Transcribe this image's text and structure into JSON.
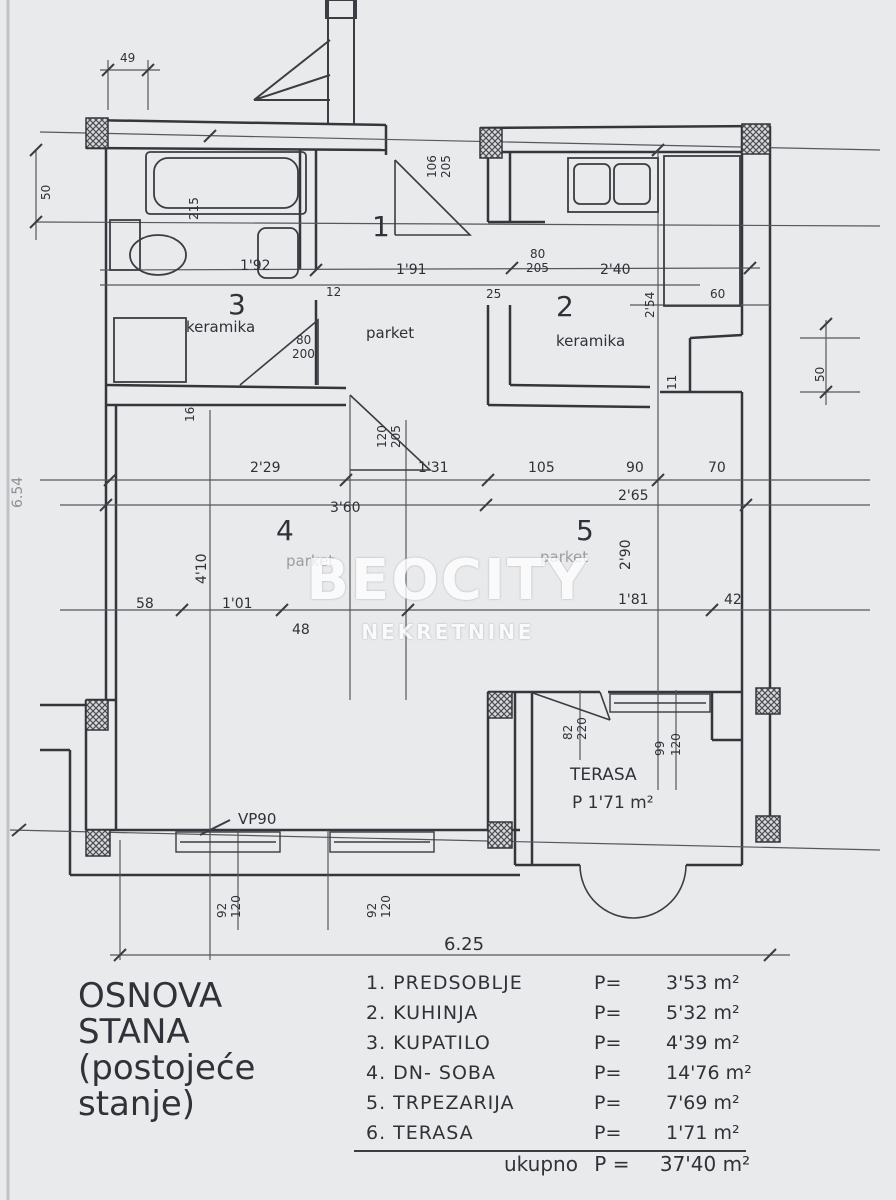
{
  "plan": {
    "rooms": [
      {
        "num": "1",
        "floor": "parket"
      },
      {
        "num": "2",
        "floor": "keramika"
      },
      {
        "num": "3",
        "floor": "keramika"
      },
      {
        "num": "4",
        "floor": "parket"
      },
      {
        "num": "5",
        "floor": "parket"
      }
    ],
    "terrace": {
      "label": "TERASA",
      "area": "P 1'71 m²"
    },
    "window_label": "VP90",
    "dims": {
      "d49": "49",
      "d50a": "50",
      "d50b": "50",
      "d60": "60",
      "d12": "12",
      "d25": "25",
      "d80_205a": "80",
      "d80_205b": "205",
      "d80_200a": "80",
      "d80_200b": "200",
      "d106": "106",
      "d205": "205",
      "d215": "215",
      "d192": "1'92",
      "d191": "1'91",
      "d240": "2'40",
      "d254": "2'54",
      "d229": "2'29",
      "d131": "1'31",
      "d105": "105",
      "d90": "90",
      "d70": "70",
      "d360": "3'60",
      "d265": "2'65",
      "d290": "2'90",
      "d410": "4'10",
      "d16": "16",
      "d11": "11",
      "d120_205a": "120",
      "d120_205b": "205",
      "d58": "58",
      "d101": "1'01",
      "d48": "48",
      "d181": "1'81",
      "d42": "42",
      "d82_220a": "82",
      "d82_220b": "220",
      "d99_120a": "99",
      "d99_120b": "120",
      "d92_120a": "92",
      "d92_120b": "120",
      "d92_120c": "92",
      "d92_120d": "120",
      "d625": "6.25",
      "d654": "6.54"
    }
  },
  "watermark": {
    "brand": "BEOCITY",
    "sub": "NEKRETNINE"
  },
  "title_lines": [
    "OSNOVA",
    "STANA",
    "(postojeće",
    "stanje)"
  ],
  "legend": [
    {
      "name": "1. PREDSOBLJE",
      "p": "P=",
      "value": "3'53 m²"
    },
    {
      "name": "2. KUHINJA",
      "p": "P=",
      "value": "5'32 m²"
    },
    {
      "name": "3. KUPATILO",
      "p": "P=",
      "value": "4'39 m²"
    },
    {
      "name": "4. DN- SOBA",
      "p": "P=",
      "value": "14'76 m²"
    },
    {
      "name": "5. TRPEZARIJA",
      "p": "P=",
      "value": "7'69 m²"
    },
    {
      "name": "6. TERASA",
      "p": "P=",
      "value": "1'71 m²"
    }
  ],
  "total": {
    "label": "ukupno",
    "p": "P =",
    "value": "37'40 m²"
  }
}
